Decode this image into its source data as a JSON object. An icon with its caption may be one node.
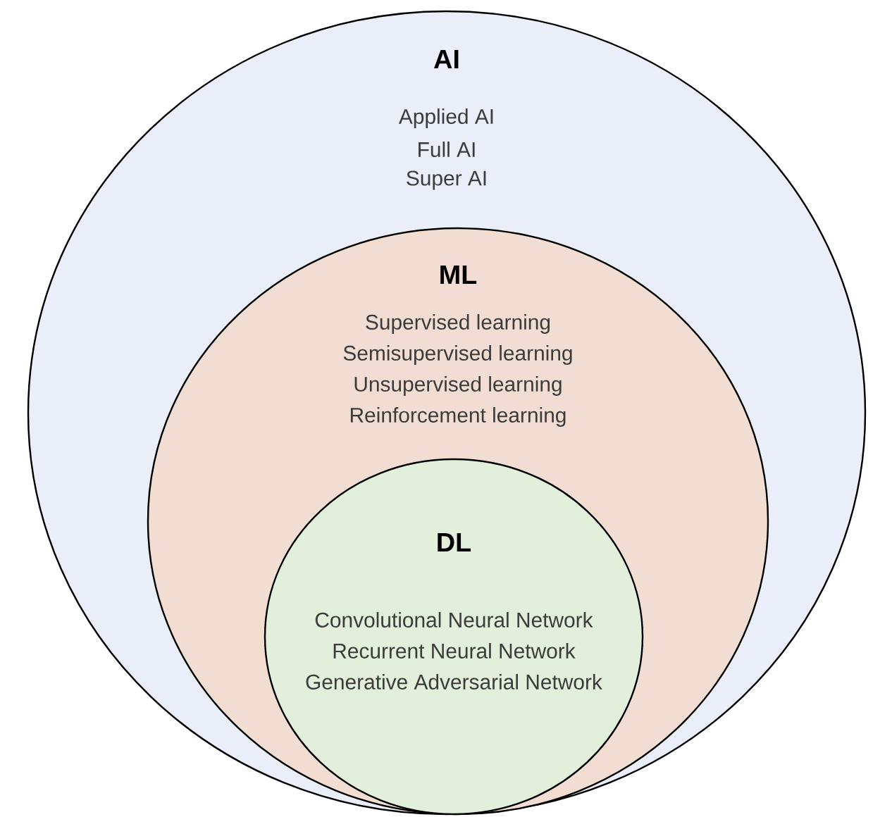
{
  "diagram": {
    "nodes": [
      {
        "text": [
          "AI",
          "Applied AI",
          "Full AI",
          "Super AI"
        ]
      },
      {
        "text": [
          "ML",
          "Supervised learning",
          "Semisupervised learning",
          "Unsupervised learning",
          "Reinforcement learning"
        ],
        "in": 0
      },
      {
        "text": [
          "DL",
          "Convolutional Neural Network",
          "Recurrent Neural Network",
          "Generative Adversarial Network"
        ],
        "in": 1
      }
    ]
  }
}
